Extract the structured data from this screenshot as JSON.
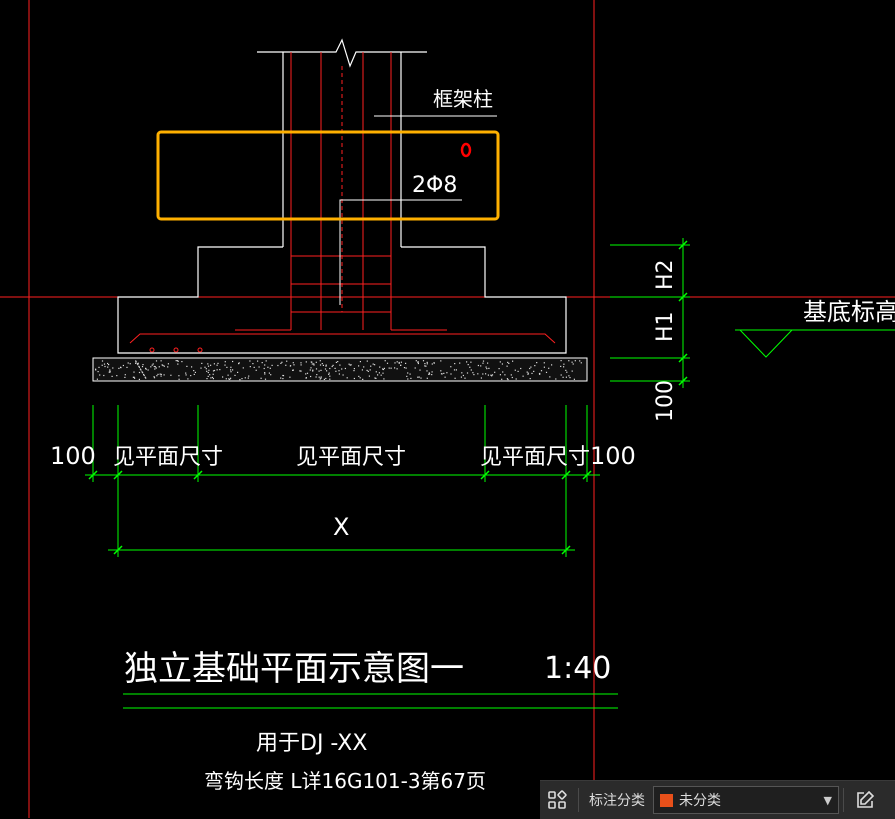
{
  "drawing": {
    "column_label": "框架柱",
    "rebar_label": "2Φ8",
    "marker": "0",
    "base_level_label": "基底标高",
    "dim_h2": "H2",
    "dim_h1": "H1",
    "dim_100_vertical": "100",
    "dim_100_left": "100",
    "dim_see_plan_left": "见平面尺寸",
    "dim_see_plan_mid": "见平面尺寸",
    "dim_see_plan_right": "见平面尺寸",
    "dim_100_right": "100",
    "dim_x": "X",
    "title": "独立基础平面示意图一",
    "scale": "1:40",
    "usage_note": "用于DJ   -XX",
    "bend_note": "弯钩长度 L详16G101-3第67页",
    "colors": {
      "background": "#000000",
      "outline": "#ffffff",
      "rebar": "#ff2020",
      "dimension": "#00ff00",
      "highlight": "#ffb000"
    }
  },
  "toolbar": {
    "grid_icon": "grid-icon",
    "label": "标注分类",
    "category_value": "未分类",
    "swatch_color": "#e8501a",
    "edit_icon": "edit-icon"
  }
}
